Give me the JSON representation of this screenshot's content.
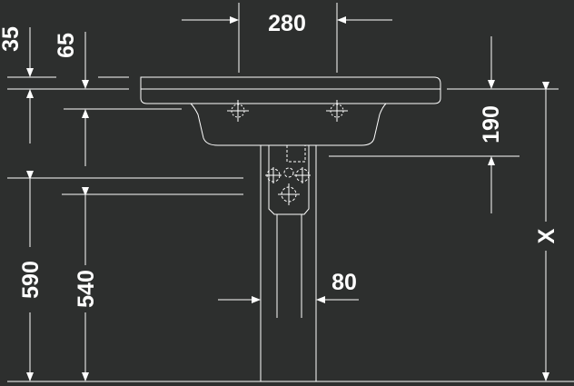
{
  "dimensions": {
    "width_top": "280",
    "dim_35": "35",
    "dim_65": "65",
    "dim_190": "190",
    "x_label": "X",
    "dim_590": "590",
    "dim_540": "540",
    "pedestal_width": "80"
  },
  "colors": {
    "background": "#2d2f2e",
    "line": "#ffffff",
    "text": "#ffffff"
  }
}
